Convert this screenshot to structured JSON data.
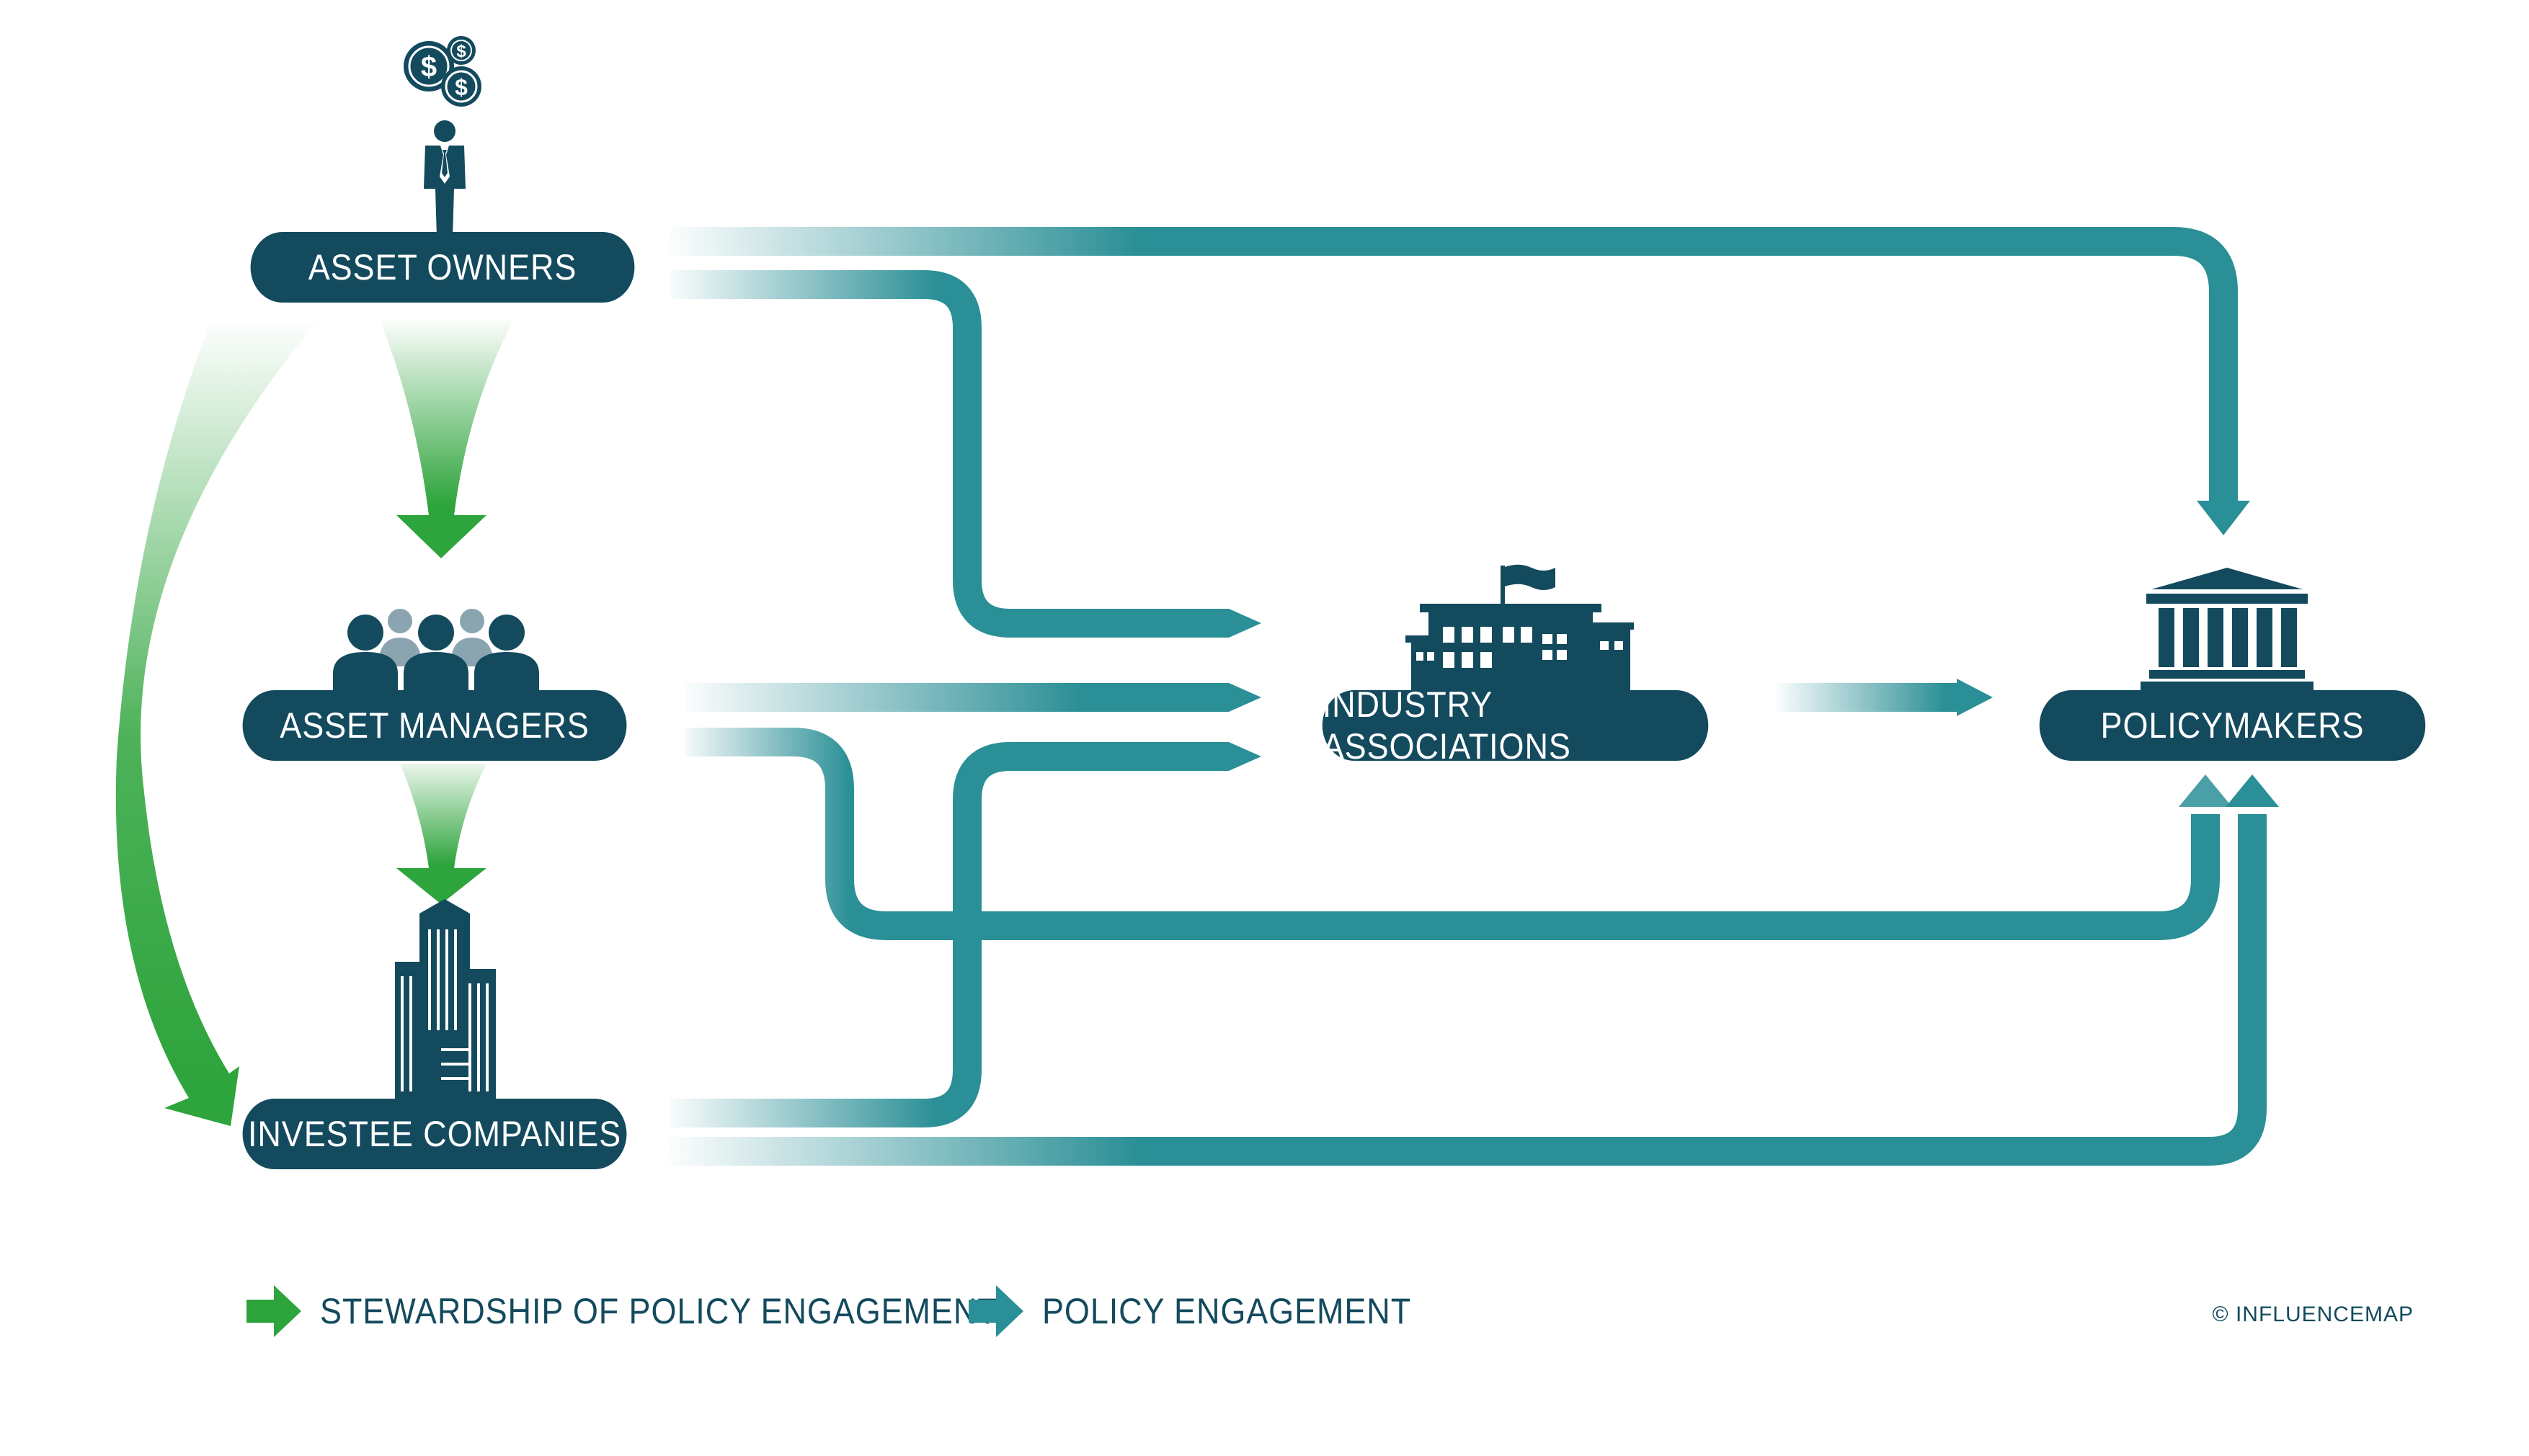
{
  "nodes": {
    "asset_owners": "ASSET OWNERS",
    "asset_managers": "ASSET MANAGERS",
    "investee_companies": "INVESTEE COMPANIES",
    "industry_associations": "INDUSTRY ASSOCIATIONS",
    "policymakers": "POLICYMAKERS"
  },
  "legend": {
    "stewardship": "STEWARDSHIP OF POLICY ENGAGEMENT",
    "policy": "POLICY ENGAGEMENT"
  },
  "copyright": "© INFLUENCEMAP",
  "colors": {
    "node": "#134a5e",
    "teal_arrow": "#2a8f96",
    "green_arrow": "#2ea43c"
  },
  "icons": {
    "asset_owners": "person-with-coins-icon",
    "asset_managers": "group-of-people-icon",
    "investee_companies": "skyscraper-icon",
    "industry_associations": "building-with-flag-icon",
    "policymakers": "government-building-icon"
  }
}
